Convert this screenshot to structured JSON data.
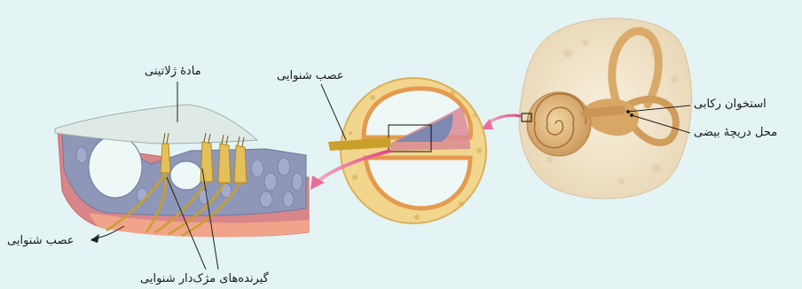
{
  "labels": {
    "gelatinous_substance": "مادهٔ ژلاتینی",
    "auditory_nerve_middle": "عصب شنوایی",
    "stapes_bone": "استخوان رکابی",
    "oval_window_location": "محل دریچهٔ بیضی",
    "auditory_nerve_left": "عصب شنوایی",
    "hair_cell_receptors": "گیرنده‌های مژک‌دار شنوایی"
  },
  "colors": {
    "background": "#e4f3f3",
    "bone": "#f0d28e",
    "membrane": "#dfe9e6",
    "tissue_blue": "#8f97b8",
    "tissue_red": "#d8868a",
    "nerve": "#c9a02a",
    "arrow_pink": "#e96e9c"
  }
}
